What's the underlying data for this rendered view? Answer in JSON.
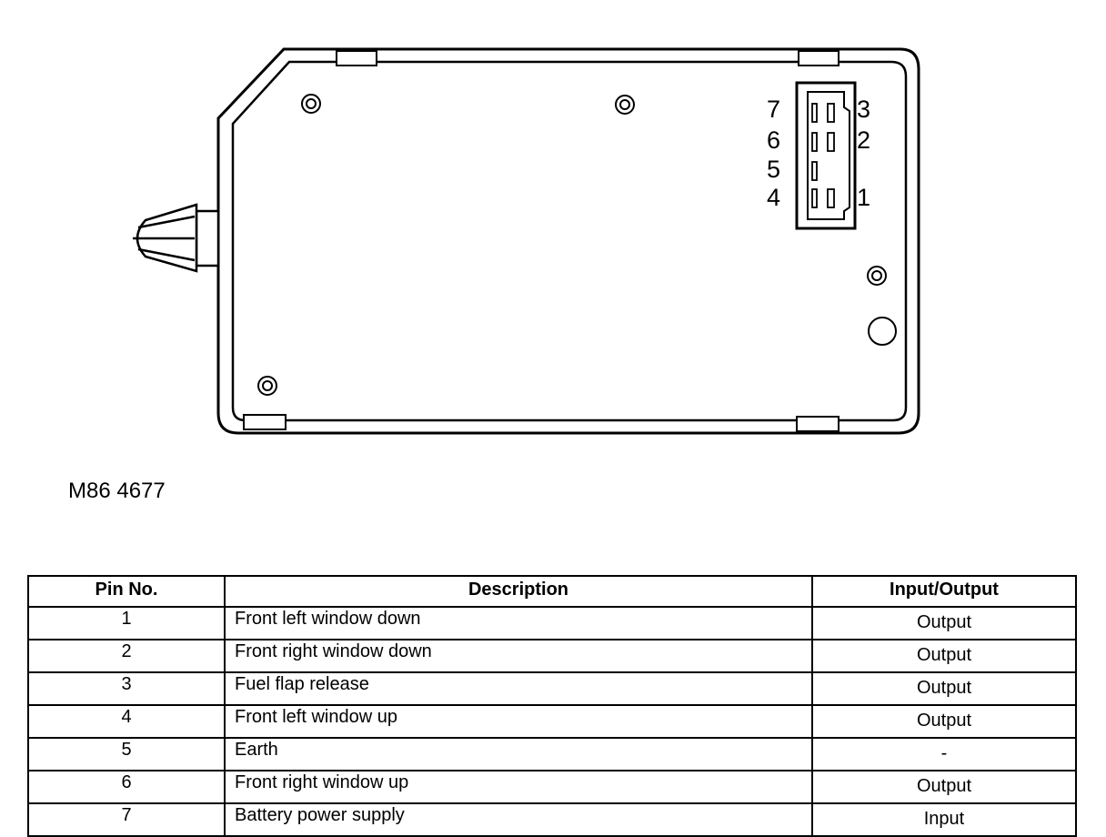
{
  "figure_code": "M86 4677",
  "connector": {
    "left_column_pins": [
      "7",
      "6",
      "5",
      "4"
    ],
    "right_column_pins": [
      "3",
      "2",
      "1"
    ]
  },
  "table": {
    "headers": [
      "Pin No.",
      "Description",
      "Input/Output"
    ],
    "rows": [
      {
        "pin": "1",
        "description": "Front left window down",
        "io": "Output"
      },
      {
        "pin": "2",
        "description": "Front right window down",
        "io": "Output"
      },
      {
        "pin": "3",
        "description": "Fuel flap release",
        "io": "Output"
      },
      {
        "pin": "4",
        "description": "Front left window up",
        "io": "Output"
      },
      {
        "pin": "5",
        "description": "Earth",
        "io": "-"
      },
      {
        "pin": "6",
        "description": "Front right window up",
        "io": "Output"
      },
      {
        "pin": "7",
        "description": "Battery power supply",
        "io": "Input"
      }
    ]
  }
}
